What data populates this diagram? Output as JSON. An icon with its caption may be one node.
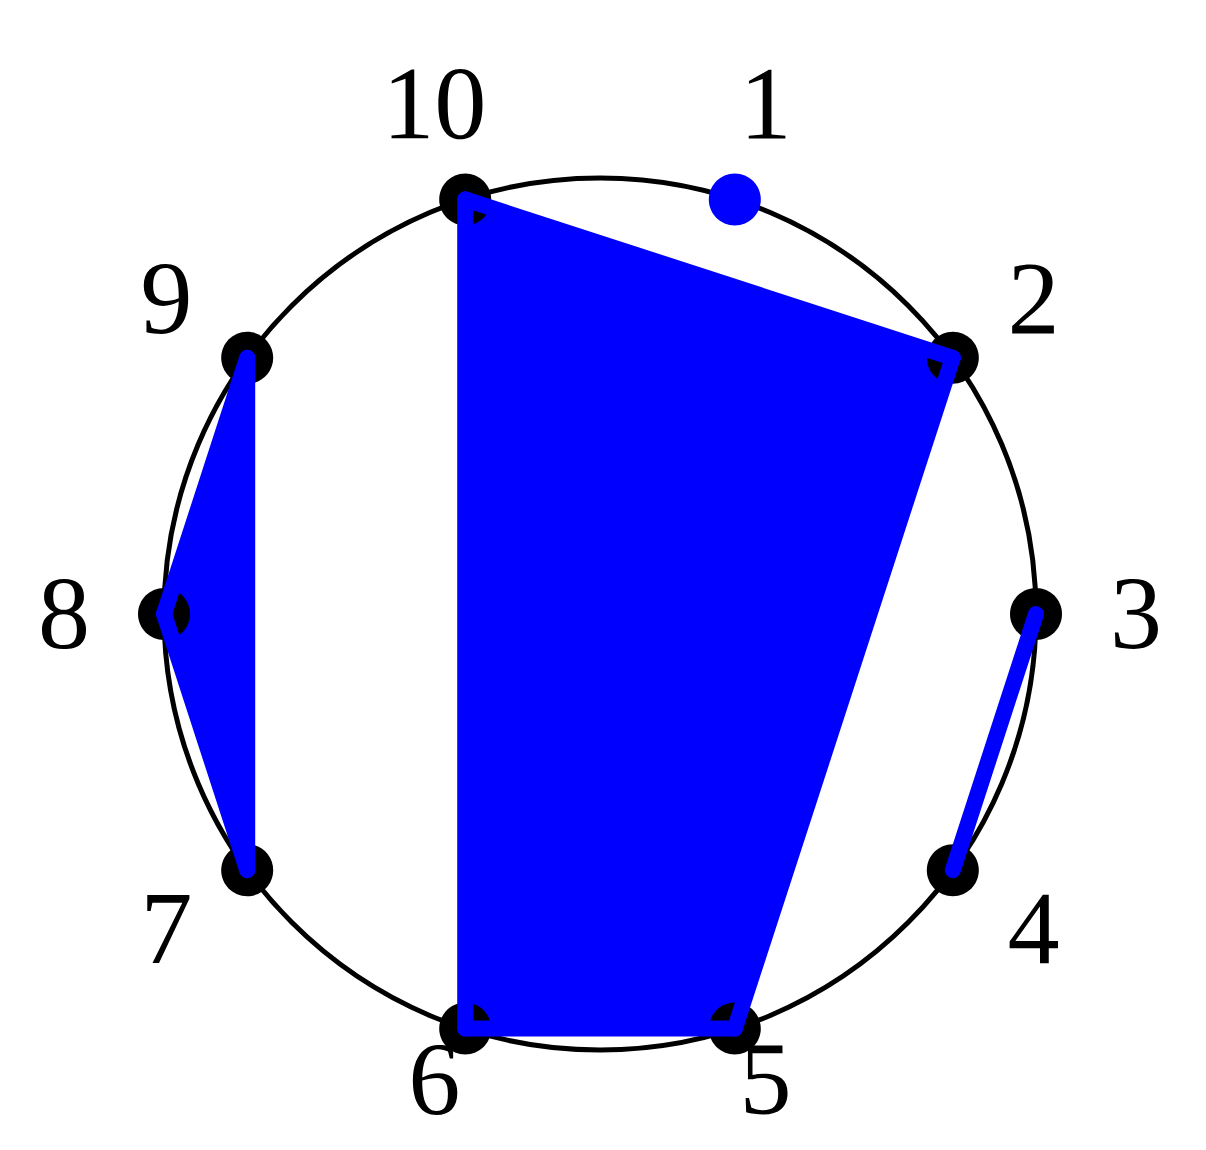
{
  "diagram": {
    "nodes": [
      {
        "text": [
          "1"
        ]
      },
      {
        "text": [
          "2"
        ]
      },
      {
        "text": [
          "3"
        ]
      },
      {
        "text": [
          "4"
        ]
      },
      {
        "text": [
          "5"
        ]
      },
      {
        "text": [
          "6"
        ]
      },
      {
        "text": [
          "7"
        ]
      },
      {
        "text": [
          "8"
        ]
      },
      {
        "text": [
          "9"
        ]
      },
      {
        "text": [
          "10"
        ]
      }
    ],
    "edges": [
      {
        "from": 1,
        "to": 4,
        "arrow": "none"
      },
      {
        "from": 4,
        "to": 5,
        "arrow": "none"
      },
      {
        "from": 5,
        "to": 9,
        "arrow": "none"
      },
      {
        "from": 9,
        "to": 1,
        "arrow": "none"
      },
      {
        "from": 2,
        "to": 3,
        "arrow": "none"
      },
      {
        "from": 6,
        "to": 7,
        "arrow": "none"
      },
      {
        "from": 7,
        "to": 8,
        "arrow": "none"
      },
      {
        "from": 8,
        "to": 6,
        "arrow": "none"
      }
    ]
  }
}
